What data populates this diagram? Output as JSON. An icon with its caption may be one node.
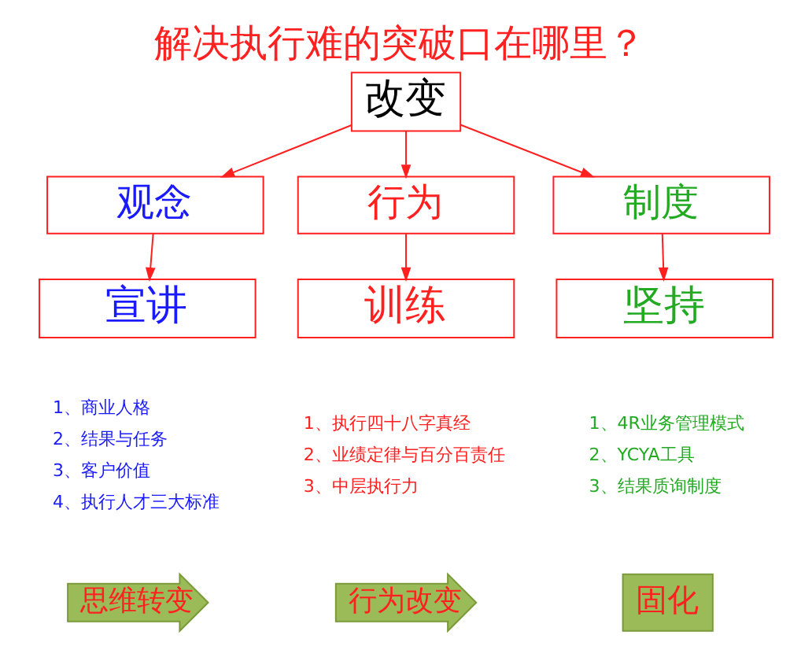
{
  "diagram": {
    "title": "解决执行难的突破口在哪里？",
    "nodes": [
      {
        "text": [
          "改变"
        ]
      },
      {
        "text": [
          "观念"
        ]
      },
      {
        "text": [
          "行为"
        ]
      },
      {
        "text": [
          "制度"
        ]
      },
      {
        "text": [
          "宣讲"
        ],
        "beside": [
          "1、商业人格",
          "2、结果与任务",
          "3、客户价值",
          "4、执行人才三大标准"
        ]
      },
      {
        "text": [
          "训练"
        ],
        "beside": [
          "1、执行四十八字真经",
          "2、业绩定律与百分百责任",
          "3、中层执行力"
        ]
      },
      {
        "text": [
          "坚持"
        ],
        "beside": [
          "1、4R业务管理模式",
          "2、YCYA工具",
          "3、结果质询制度"
        ]
      },
      {
        "text": [
          "思维转变"
        ]
      },
      {
        "text": [
          "行为改变"
        ]
      },
      {
        "text": [
          "固化"
        ]
      }
    ],
    "edges": [
      {
        "from": 0,
        "to": 1,
        "arrow": "to"
      },
      {
        "from": 0,
        "to": 2,
        "arrow": "to"
      },
      {
        "from": 0,
        "to": 3,
        "arrow": "to"
      },
      {
        "from": 1,
        "to": 4,
        "arrow": "to"
      },
      {
        "from": 2,
        "to": 5,
        "arrow": "to"
      },
      {
        "from": 3,
        "to": 6,
        "arrow": "to"
      }
    ]
  }
}
